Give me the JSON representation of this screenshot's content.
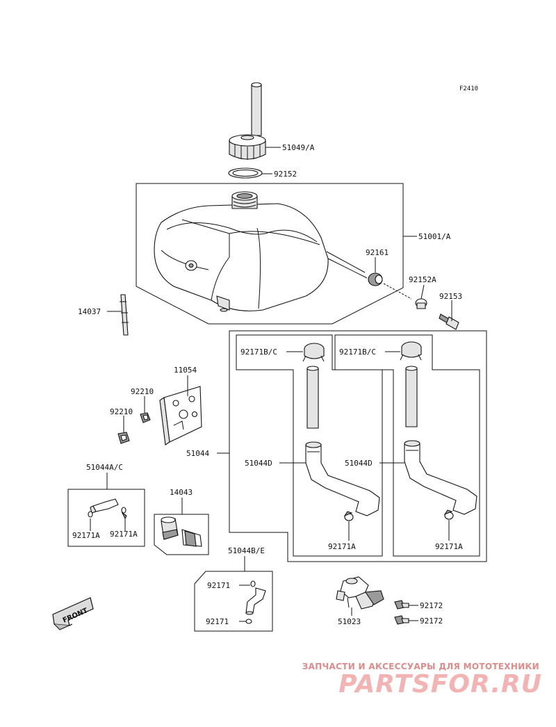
{
  "diagram_code": "F2410",
  "labels": {
    "cap": "51049/A",
    "cap_gasket": "92152",
    "tank": "51001/A",
    "damper": "92161",
    "collar": "92152A",
    "bolt": "92153",
    "hose_rod": "14037",
    "bracket": "11054",
    "clip_upper": "92210",
    "clip_lower": "92210",
    "hose_set": "51044",
    "hose_left_clamp_top": "92171B/C",
    "hose_right_clamp_top": "92171B/C",
    "hose_left": "51044D",
    "hose_right": "51044D",
    "hose_left_clamp_bottom": "92171A",
    "hose_right_clamp_bottom": "92171A",
    "hose_ac": "51044A/C",
    "hose_ac_clamp_left": "92171A",
    "hose_ac_clamp_right": "92171A",
    "filter": "14043",
    "hose_be": "51044B/E",
    "hose_be_clamp_top": "92171",
    "hose_be_clamp_bottom": "92171",
    "cock": "51023",
    "screw_top": "92172",
    "screw_bottom": "92172"
  },
  "front_marker": "FRONT",
  "watermark": {
    "subtitle": "ЗАПЧАСТИ И АКСЕССУАРЫ ДЛЯ МОТОТЕХНИКИ",
    "brand": "PARTSFOR.RU"
  }
}
